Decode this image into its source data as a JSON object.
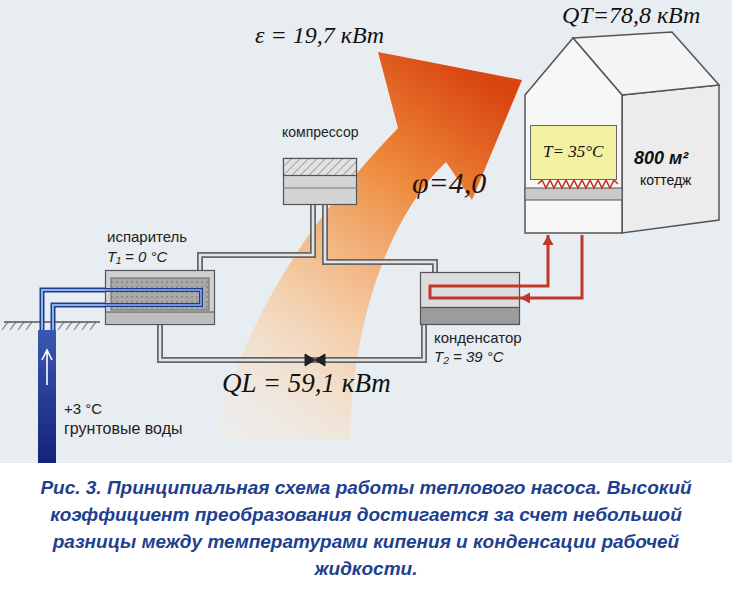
{
  "diagram": {
    "caption": "Рис. 3. Принципиальная схема работы теплового насоса. Высокий коэффициент преобразования достигается за счет небольшой разницы между температурами кипения и конденсации рабочей жидкости.",
    "nodes": [
      {
        "text": [
          "QT=78,8 кВт",
          "800 м²",
          "коттедж"
        ]
      },
      {
        "text": [
          "T= 35°C"
        ],
        "in": 0
      },
      {
        "text": [
          "ε = 19,7 кВт",
          "компрессор"
        ]
      },
      {
        "text": [
          "испаритель",
          "T₁ = 0 °C"
        ]
      },
      {
        "text": [
          "конденсатор",
          "T₂ = 39 °C"
        ]
      }
    ],
    "edges": [
      {
        "from": 2,
        "to": 3,
        "arrow": "none"
      },
      {
        "from": 2,
        "to": 4,
        "arrow": "none"
      },
      {
        "from": 3,
        "to": 4,
        "arrow": "none"
      },
      {
        "from": 4,
        "to": 0,
        "arrow": "to"
      },
      {
        "from": 0,
        "to": 4,
        "arrow": "to"
      }
    ],
    "labels": [
      "φ=4,0",
      "QL = 59,1 кВт",
      "+3 °C",
      "грунтовые воды"
    ]
  }
}
